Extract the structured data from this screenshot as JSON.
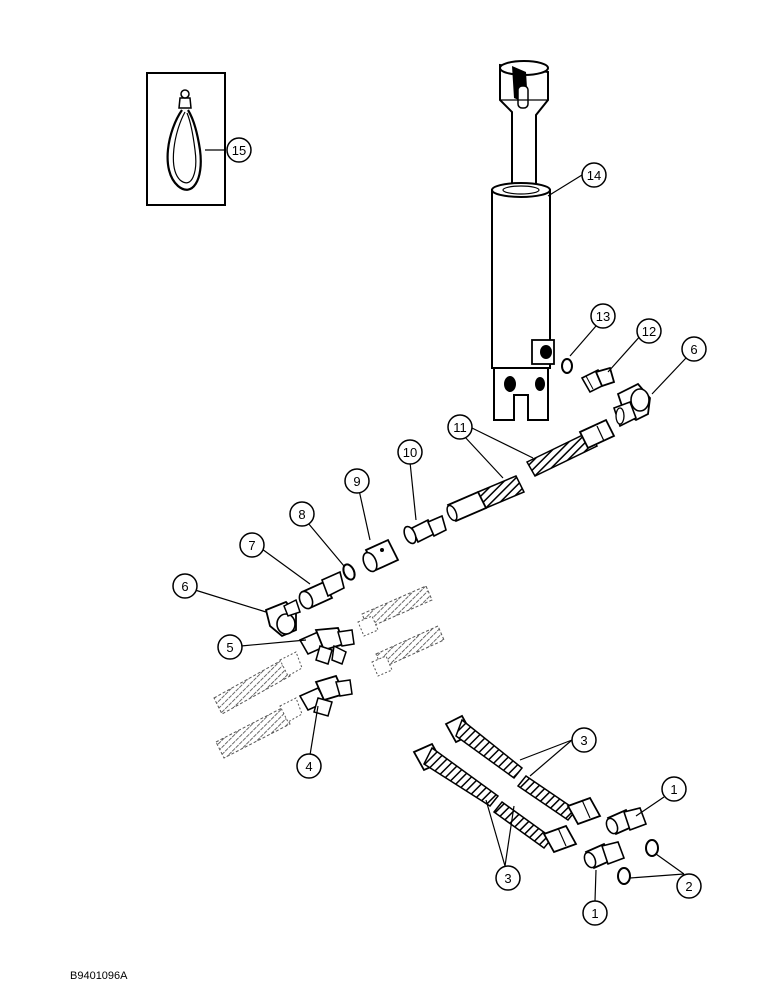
{
  "figure_code": "B9401096A",
  "callouts": {
    "c1a": "1",
    "c1b": "1",
    "c2": "2",
    "c3a": "3",
    "c3b": "3",
    "c4": "4",
    "c5": "5",
    "c6a": "6",
    "c6b": "6",
    "c7": "7",
    "c8": "8",
    "c9": "9",
    "c10": "10",
    "c11": "11",
    "c12": "12",
    "c13": "13",
    "c14": "14",
    "c15": "15"
  }
}
